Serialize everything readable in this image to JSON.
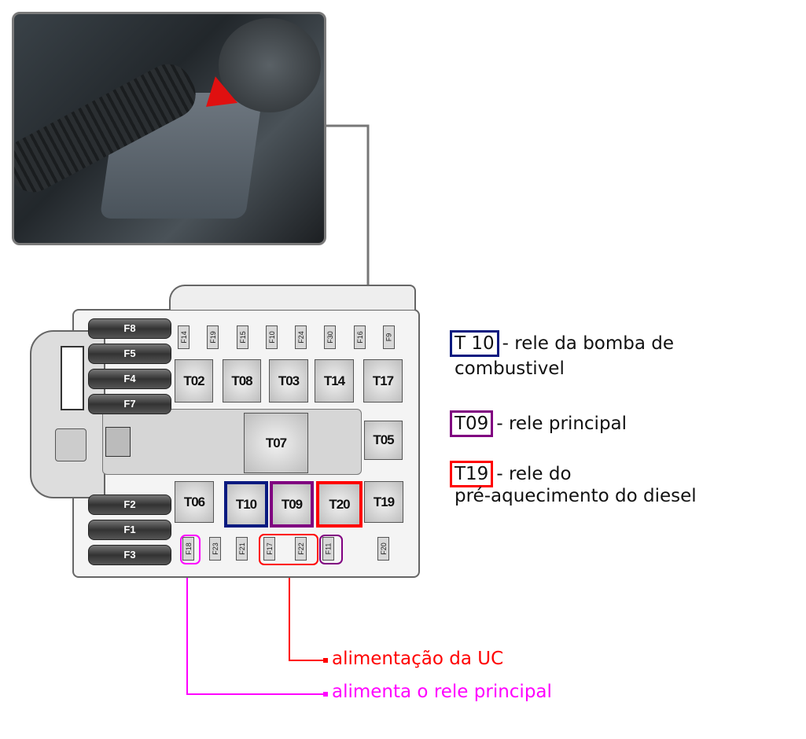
{
  "colors": {
    "t10": "#0a1a80",
    "t09": "#800080",
    "t19": "#ff0000",
    "uc": "#ff0000",
    "principal": "#ff00ff"
  },
  "big_fuses": [
    "F8",
    "F5",
    "F4",
    "F7",
    "F2",
    "F1",
    "F3"
  ],
  "top_fuses": [
    "F14",
    "F19",
    "F15",
    "F10",
    "F24",
    "F30",
    "F16",
    "F9"
  ],
  "bottom_fuses": [
    "F18",
    "F23",
    "F21",
    "F17",
    "F22",
    "F11",
    "F20"
  ],
  "relays": [
    "T02",
    "T08",
    "T03",
    "T14",
    "T17",
    "T07",
    "T05",
    "T06",
    "T10",
    "T09",
    "T20",
    "T19"
  ],
  "legend": [
    {
      "tag": "T 10",
      "text": "- rele da bomba de",
      "text2": "combustivel"
    },
    {
      "tag": "T09",
      "text": "- rele principal"
    },
    {
      "tag": "T19",
      "text": "- rele do",
      "text2": "pré-aquecimento do diesel"
    }
  ],
  "notes": {
    "uc": "alimentação da UC",
    "principal": "alimenta o rele principal"
  }
}
